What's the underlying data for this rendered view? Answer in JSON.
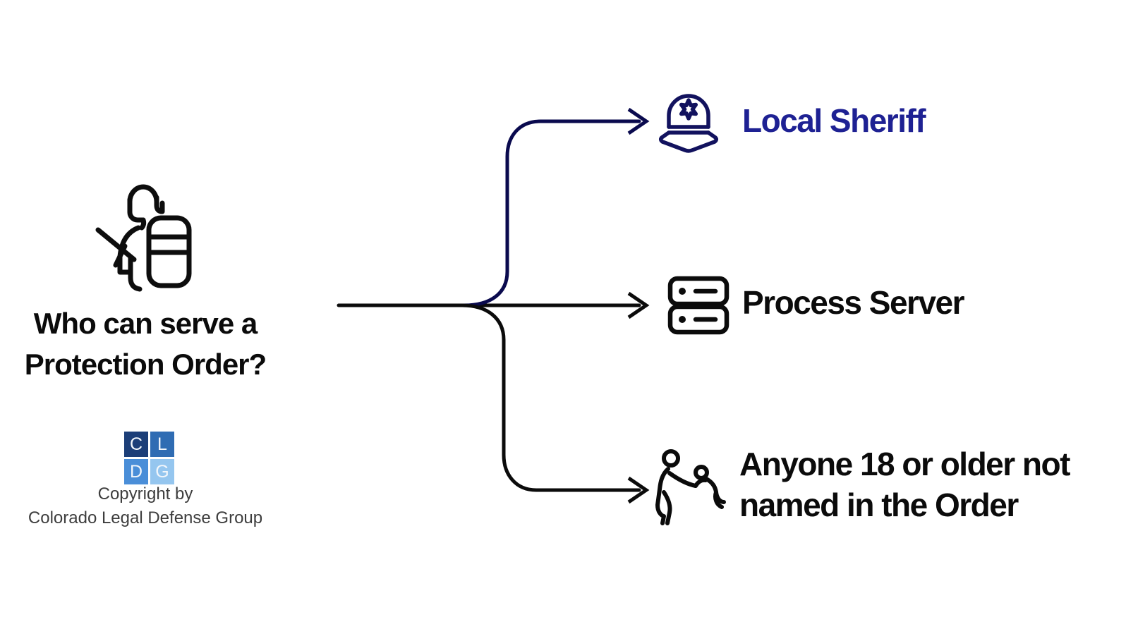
{
  "meta": {
    "type": "infographic-flow-diagram",
    "background": "#ffffff",
    "line_black": "#0b0b0b",
    "line_navy": "#0a0a4e"
  },
  "question": {
    "icon": "person-serving-papers-icon",
    "line1": "Who can serve a",
    "line2": "Protection Order?"
  },
  "branches": [
    {
      "label": "Local Sheriff",
      "icon": "sheriff-helmet-icon",
      "text_color": "#1e2193",
      "line_color": "#0a0a4e"
    },
    {
      "label": "Process Server",
      "icon": "server-stack-icon",
      "text_color": "#0b0b0b",
      "line_color": "#0b0b0b"
    },
    {
      "label_line1": "Anyone 18 or older not",
      "label_line2": "named in the Order",
      "icon": "person-helping-person-icon",
      "text_color": "#0b0b0b",
      "line_color": "#0b0b0b"
    }
  ],
  "logo": {
    "name": "CLDG",
    "squares": [
      {
        "letter": "C",
        "bg": "#1c3e78"
      },
      {
        "letter": "L",
        "bg": "#2f6cb3"
      },
      {
        "letter": "D",
        "bg": "#4a8ed8"
      },
      {
        "letter": "G",
        "bg": "#95c6ef"
      }
    ]
  },
  "copyright": {
    "line1": "Copyright by",
    "line2": "Colorado Legal Defense Group",
    "text_color": "#3d3d3d"
  }
}
